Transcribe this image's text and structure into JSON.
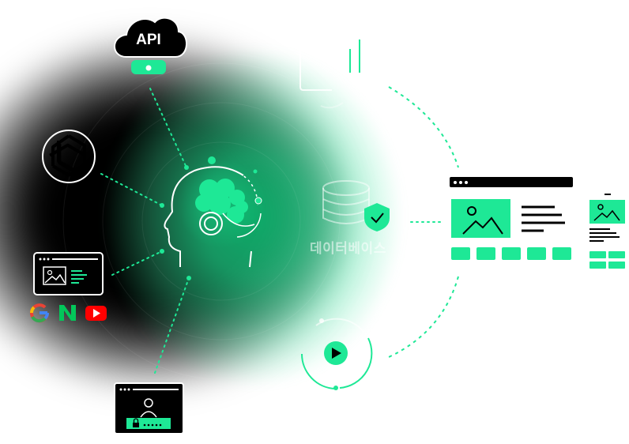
{
  "api": {
    "label": "API"
  },
  "database": {
    "label": "데이터베이스"
  },
  "colors": {
    "accent": "#1ee896",
    "dark": "#000000",
    "panel": "#ffffff"
  },
  "icons": {
    "openai": "openai-logo-icon",
    "google": "google-logo-icon",
    "naver": "naver-logo-icon",
    "youtube": "youtube-logo-icon",
    "brain": "ai-head-icon",
    "database": "database-icon",
    "shield": "shield-check-icon",
    "play": "play-icon",
    "cloud": "cloud-icon",
    "gear": "gear-icon"
  },
  "sources": [
    "api-source",
    "openai-source",
    "web-search-source",
    "login-source"
  ],
  "outputs": [
    "web-page-output",
    "mobile-page-output",
    "video-output",
    "voice-output"
  ]
}
